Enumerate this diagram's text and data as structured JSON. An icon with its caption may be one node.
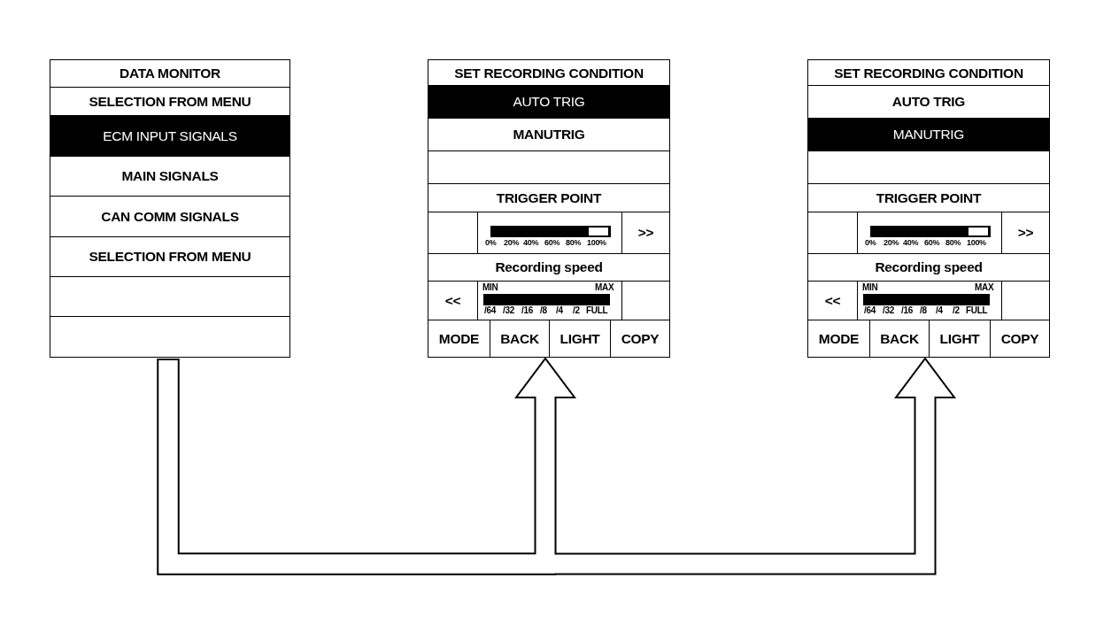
{
  "diagram": {
    "nodes": [
      {
        "text": [],
        "shape": "box"
      },
      {
        "text": [
          "DATA MONITOR"
        ],
        "in": 0
      },
      {
        "text": [
          "SELECTION FROM MENU"
        ],
        "in": 0
      },
      {
        "text": [
          "ECM INPUT SIGNALS"
        ],
        "in": 0
      },
      {
        "text": [
          "MAIN SIGNALS"
        ],
        "in": 0
      },
      {
        "text": [
          "CAN COMM SIGNALS"
        ],
        "in": 0
      },
      {
        "text": [
          "SELECTION FROM MENU"
        ],
        "in": 0
      },
      {
        "text": [],
        "shape": "box",
        "in": 0
      },
      {
        "text": [],
        "shape": "box",
        "in": 0
      },
      {
        "text": [],
        "shape": "box"
      },
      {
        "text": [
          "SET RECORDING CONDITION"
        ],
        "in": 9
      },
      {
        "text": [
          "AUTO TRIG"
        ],
        "in": 9
      },
      {
        "text": [
          "MANUTRIG"
        ],
        "in": 9
      },
      {
        "text": [],
        "shape": "box",
        "in": 9
      },
      {
        "text": [
          "TRIGGER POINT"
        ],
        "in": 9
      },
      {
        "text": [],
        "shape": "box",
        "in": 9
      },
      {
        "text": [
          "0%",
          "20%",
          "40%",
          "60%",
          "80%",
          "100%"
        ],
        "in": 9
      },
      {
        "text": [
          ">>"
        ],
        "in": 9
      },
      {
        "text": [
          "Recording speed"
        ],
        "in": 9
      },
      {
        "text": [
          "<<"
        ],
        "in": 9
      },
      {
        "text": [
          "MIN",
          "MAX",
          "/64",
          "/32",
          "/16",
          "/8",
          "/4",
          "/2",
          "FULL"
        ],
        "in": 9
      },
      {
        "text": [],
        "shape": "box",
        "in": 9
      },
      {
        "text": [
          "MODE"
        ],
        "in": 9
      },
      {
        "text": [
          "BACK"
        ],
        "in": 9
      },
      {
        "text": [
          "LIGHT"
        ],
        "in": 9
      },
      {
        "text": [
          "COPY"
        ],
        "in": 9
      },
      {
        "text": [],
        "shape": "box"
      },
      {
        "text": [
          "SET RECORDING CONDITION"
        ],
        "in": 26
      },
      {
        "text": [
          "AUTO TRIG"
        ],
        "in": 26
      },
      {
        "text": [
          "MANUTRIG"
        ],
        "in": 26
      },
      {
        "text": [],
        "shape": "box",
        "in": 26
      },
      {
        "text": [
          "TRIGGER POINT"
        ],
        "in": 26
      },
      {
        "text": [],
        "shape": "box",
        "in": 26
      },
      {
        "text": [
          "0%",
          "20%",
          "40%",
          "60%",
          "80%",
          "100%"
        ],
        "in": 26
      },
      {
        "text": [
          ">>"
        ],
        "in": 26
      },
      {
        "text": [
          "Recording speed"
        ],
        "in": 26
      },
      {
        "text": [
          "<<"
        ],
        "in": 26
      },
      {
        "text": [
          "MIN",
          "MAX",
          "/64",
          "/32",
          "/16",
          "/8",
          "/4",
          "/2",
          "FULL"
        ],
        "in": 26
      },
      {
        "text": [],
        "shape": "box",
        "in": 26
      },
      {
        "text": [
          "MODE"
        ],
        "in": 26
      },
      {
        "text": [
          "BACK"
        ],
        "in": 26
      },
      {
        "text": [
          "LIGHT"
        ],
        "in": 26
      },
      {
        "text": [
          "COPY"
        ],
        "in": 26
      }
    ],
    "edges": [
      {
        "from": 0,
        "to": 9,
        "arrow": "to"
      },
      {
        "from": 0,
        "to": 26,
        "arrow": "to"
      }
    ]
  }
}
